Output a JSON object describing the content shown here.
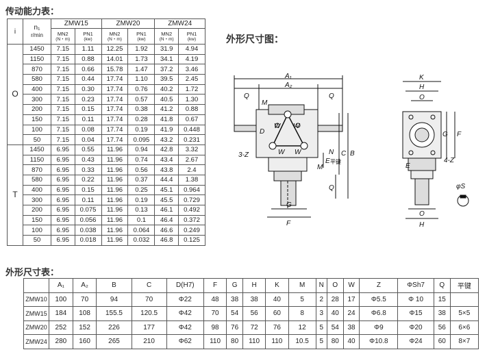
{
  "power_title": "传动能力表：",
  "outline_title": "外形尺寸图：",
  "dims_title": "外形尺寸表：",
  "power_table": {
    "col_i": "i",
    "col_n1": "n₁",
    "col_n1_unit": "r/min",
    "models": [
      "ZMW15",
      "ZMW20",
      "ZMW24"
    ],
    "sub_mn2": "MN2",
    "sub_mn2_unit": "(N・m)",
    "sub_pn1": "PN1",
    "sub_pn1_unit": "(kw)",
    "groups": [
      {
        "label": "O",
        "rows": [
          [
            "1450",
            "7.15",
            "1.11",
            "12.25",
            "1.92",
            "31.9",
            "4.94"
          ],
          [
            "1150",
            "7.15",
            "0.88",
            "14.01",
            "1.73",
            "34.1",
            "4.19"
          ],
          [
            "870",
            "7.15",
            "0.66",
            "15.78",
            "1.47",
            "37.2",
            "3.46"
          ],
          [
            "580",
            "7.15",
            "0.44",
            "17.74",
            "1.10",
            "39.5",
            "2.45"
          ],
          [
            "400",
            "7.15",
            "0.30",
            "17.74",
            "0.76",
            "40.2",
            "1.72"
          ],
          [
            "300",
            "7.15",
            "0.23",
            "17.74",
            "0.57",
            "40.5",
            "1.30"
          ],
          [
            "200",
            "7.15",
            "0.15",
            "17.74",
            "0.38",
            "41.2",
            "0.88"
          ],
          [
            "150",
            "7.15",
            "0.11",
            "17.74",
            "0.28",
            "41.8",
            "0.67"
          ],
          [
            "100",
            "7.15",
            "0.08",
            "17.74",
            "0.19",
            "41.9",
            "0.448"
          ],
          [
            "50",
            "7.15",
            "0.04",
            "17.74",
            "0.095",
            "43.2",
            "0.231"
          ]
        ]
      },
      {
        "label": "T",
        "rows": [
          [
            "1450",
            "6.95",
            "0.55",
            "11.96",
            "0.94",
            "42.8",
            "3.32"
          ],
          [
            "1150",
            "6.95",
            "0.43",
            "11.96",
            "0.74",
            "43.4",
            "2.67"
          ],
          [
            "870",
            "6.95",
            "0.33",
            "11.96",
            "0.56",
            "43.8",
            "2.4"
          ],
          [
            "580",
            "6.95",
            "0.22",
            "11.96",
            "0.37",
            "44.4",
            "1.38"
          ],
          [
            "400",
            "6.95",
            "0.15",
            "11.96",
            "0.25",
            "45.1",
            "0.964"
          ],
          [
            "300",
            "6.95",
            "0.11",
            "11.96",
            "0.19",
            "45.5",
            "0.729"
          ],
          [
            "200",
            "6.95",
            "0.075",
            "11.96",
            "0.13",
            "46.1",
            "0.492"
          ],
          [
            "150",
            "6.95",
            "0.056",
            "11.96",
            "0.1",
            "46.4",
            "0.372"
          ],
          [
            "100",
            "6.95",
            "0.038",
            "11.96",
            "0.064",
            "46.6",
            "0.249"
          ],
          [
            "50",
            "6.95",
            "0.018",
            "11.96",
            "0.032",
            "46.8",
            "0.125"
          ]
        ]
      }
    ]
  },
  "drawing": {
    "labels": [
      "A₁",
      "A₂",
      "Q",
      "Q",
      "M",
      "D",
      "W",
      "W",
      "W",
      "W",
      "3-Z",
      "N",
      "E",
      "M",
      "C",
      "B",
      "Q",
      "G",
      "F",
      "K",
      "H",
      "O",
      "G",
      "F",
      "4-Z",
      "E",
      "H",
      "O",
      "φS"
    ],
    "note": "平键"
  },
  "dims_table": {
    "headers": [
      "",
      "A₁",
      "A₂",
      "B",
      "C",
      "D(H7)",
      "F",
      "G",
      "H",
      "K",
      "M",
      "N",
      "O",
      "W",
      "Z",
      "ΦSh7",
      "Q",
      "平键"
    ],
    "rows": [
      [
        "ZMW10",
        "100",
        "70",
        "94",
        "70",
        "Φ22",
        "48",
        "38",
        "38",
        "40",
        "5",
        "2",
        "28",
        "17",
        "Φ5.5",
        "Φ 10",
        "15",
        ""
      ],
      [
        "ZMW15",
        "184",
        "108",
        "155.5",
        "120.5",
        "Φ42",
        "70",
        "54",
        "56",
        "60",
        "8",
        "3",
        "40",
        "24",
        "Φ6.8",
        "Φ15",
        "38",
        "5×5"
      ],
      [
        "ZMW20",
        "252",
        "152",
        "226",
        "177",
        "Φ42",
        "98",
        "76",
        "72",
        "76",
        "12",
        "5",
        "54",
        "38",
        "Φ9",
        "Φ20",
        "56",
        "6×6"
      ],
      [
        "ZMW24",
        "280",
        "160",
        "265",
        "210",
        "Φ62",
        "110",
        "80",
        "110",
        "110",
        "10.5",
        "5",
        "80",
        "40",
        "Φ10.8",
        "Φ24",
        "60",
        "8×7"
      ]
    ]
  }
}
